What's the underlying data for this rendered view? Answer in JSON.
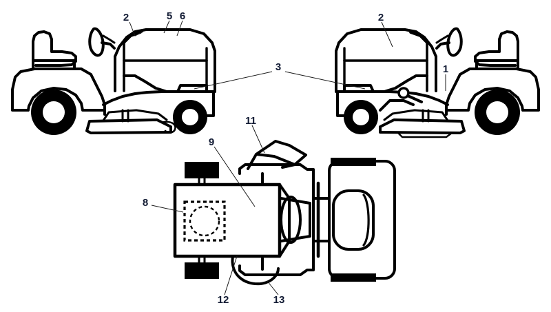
{
  "figure": {
    "title": "Riding lawn mower exploded parts diagram",
    "background_color": "#ffffff",
    "line_color": "#000000",
    "label_color": "#111a33",
    "views": [
      {
        "id": "left-side-view",
        "name": "Left side view of riding mower"
      },
      {
        "id": "right-side-view",
        "name": "Right side view of riding mower"
      },
      {
        "id": "top-view",
        "name": "Top view of riding mower"
      }
    ]
  },
  "callouts": {
    "c1": "1",
    "c2_left": "2",
    "c2_right": "2",
    "c3": "3",
    "c5": "5",
    "c6": "6",
    "c8": "8",
    "c9": "9",
    "c11": "11",
    "c12": "12",
    "c13": "13"
  }
}
